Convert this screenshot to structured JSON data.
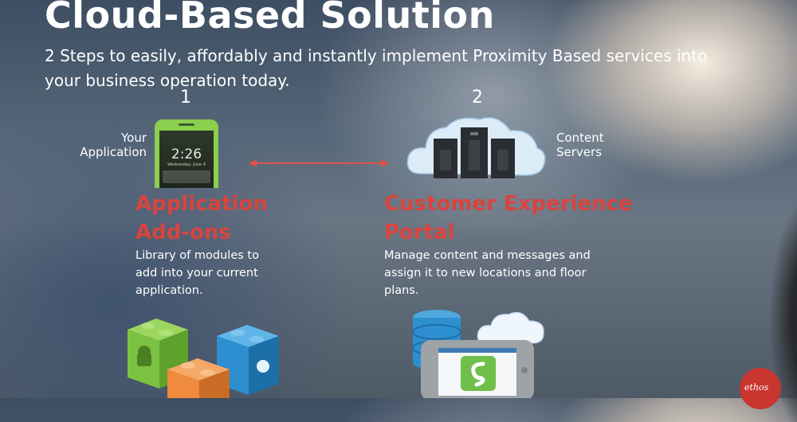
{
  "header": {
    "title": "Cloud-Based Solution",
    "subtitle": "2 Steps to easily, affordably and instantly implement Proximity Based services into your business operation today."
  },
  "step1": {
    "number": "1",
    "device_label_line1": "Your",
    "device_label_line2": "Application",
    "phone_time": "2:26",
    "phone_date": "Wednesday, June 4",
    "heading_line1": "Application",
    "heading_line2": "Add-ons",
    "desc_line1": "Library of modules to",
    "desc_line2": "add into your current",
    "desc_line3": "application."
  },
  "step2": {
    "number": "2",
    "servers_label_line1": "Content",
    "servers_label_line2": "Servers",
    "heading_line1": "Customer Experience",
    "heading_line2": "Portal",
    "desc_line1": "Manage content and messages and",
    "desc_line2": "assign it to new locations and floor",
    "desc_line3": "plans."
  },
  "logo": {
    "text": "ethos"
  },
  "colors": {
    "accent_red": "#d9443f",
    "block_green": "#7cc242",
    "block_blue": "#2e8fd0",
    "block_orange": "#f08a3c"
  },
  "icons": [
    "smartphone-icon",
    "double-arrow-icon",
    "cloud-servers-icon",
    "android-block-icon",
    "apple-block-icon",
    "orange-block-icon",
    "database-icon",
    "cloud-icon",
    "tablet-icon"
  ]
}
